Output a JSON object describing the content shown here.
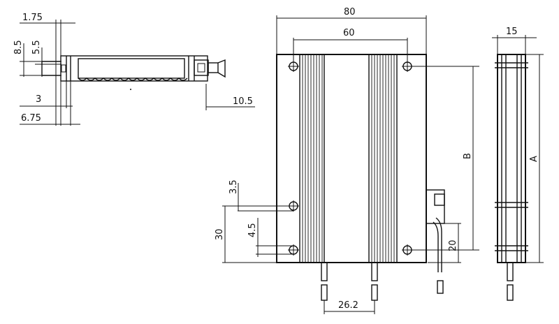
{
  "side_view": {
    "dims": {
      "top_thickness": "1.75",
      "left_height": "8.5",
      "inner_height": "5.5",
      "step": "3",
      "flange": "6.75",
      "connector_offset": "10.5"
    }
  },
  "front_view": {
    "dims": {
      "overall_width": "80",
      "mounting_hole_spacing": "60",
      "hole_dia": "3.5",
      "edge_to_hole": "30",
      "hole_offset": "4.5",
      "lead_spacing": "26.2",
      "bottom_offset": "20",
      "mount_height": "B"
    }
  },
  "end_view": {
    "dims": {
      "thickness": "15",
      "overall_length": "A"
    }
  }
}
